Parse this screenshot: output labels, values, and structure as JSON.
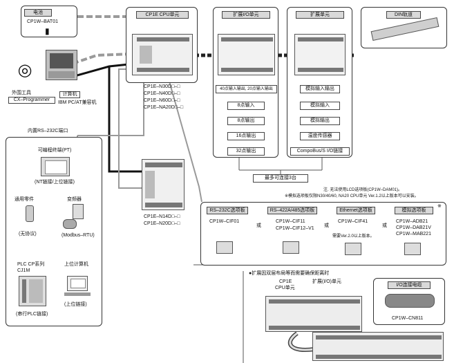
{
  "battery": {
    "title": "电池",
    "model": "CP1W–BAT01"
  },
  "cpu_unit": {
    "title": "CP1E CPU单元",
    "models": [
      "CP1E–N30D□–□",
      "CP1E–N40D□–□",
      "CP1E–N60D□–□",
      "CP1E–NA20D□–□"
    ]
  },
  "cpu_unit2": {
    "models": [
      "CP1E–N14D□–□",
      "CP1E–N20D□–□"
    ]
  },
  "io_unit": {
    "title": "扩展I/O单元",
    "items": [
      "40点输入输出, 20点输入输出",
      "8点输入",
      "8点输出",
      "16点输出",
      "32点输出"
    ]
  },
  "ext_unit": {
    "title": "扩展单元",
    "items": [
      "模拟输入输出",
      "模拟输入",
      "模拟输出",
      "温度传感器",
      "CompoBus/S  I/O链接"
    ]
  },
  "din_rail": {
    "title": "DIN轨道"
  },
  "max_connect": "最多可连接3台",
  "tools": {
    "label1": "外围工具",
    "label2": "CX–Programmer"
  },
  "computer": {
    "label1": "计算机",
    "label2": "IBM PC/AT兼容机"
  },
  "rs232_port": "内置RS–232C端口",
  "pt": {
    "title": "可编程终端(PT)",
    "link": "(NT链接/上位链接)"
  },
  "general": {
    "title": "通用零件",
    "sub": "(无协议)"
  },
  "inverter": {
    "title": "变频器",
    "sub": "(Modbus–RTU)"
  },
  "plc": {
    "title": "PLC  CP系列",
    "sub": "CJ1M",
    "link": "(串行PLC链接)"
  },
  "host": {
    "title": "上位计算机",
    "sub": "(上位链接)"
  },
  "notes": {
    "line1": "注. 无法使用LCD选项板(CP1W–DAM01)。",
    "line2": "※模拟选项板仅限N30/40/60, NA20 CPU单元 Ver.1.2以上版本可以安装。"
  },
  "options": {
    "rs232": {
      "title": "RS–232C选项板",
      "model": "CP1W–CIF01"
    },
    "rs422": {
      "title": "RS–422A/485选项板",
      "models": [
        "CP1W–CIF11",
        "CP1W–CIF12–V1"
      ]
    },
    "ethernet": {
      "title": "Ethernet选项板",
      "model": "CP1W–CIF41",
      "note": "需要Ver.2.0以上版本。"
    },
    "analog": {
      "title": "模拟选项板",
      "models": [
        "CP1W–ADB21",
        "CP1W–DAB21V",
        "CP1W–MAB221"
      ],
      "mark": "※"
    },
    "or": "或"
  },
  "double": {
    "heading": "●扩展因双层布局等而需要确保距离时",
    "cpu_label1": "CP1E",
    "cpu_label2": "CPU单元",
    "ext_label": "扩展(I/O)单元",
    "cable_title": "I/O连接电缆",
    "cable_model": "CP1W–CN811"
  }
}
